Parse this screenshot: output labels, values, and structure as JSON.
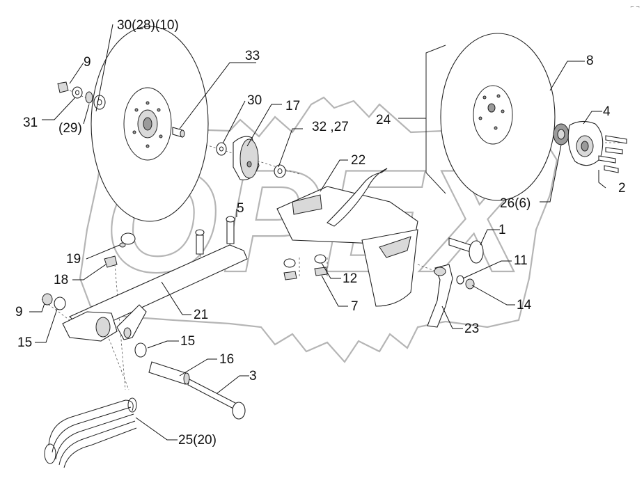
{
  "corner_mark": "⌐ ¬",
  "watermark": {
    "text": "OPEX",
    "color": "#b5b5b5"
  },
  "labels": [
    {
      "id": "30-28-10",
      "text": "30(28)(10)"
    },
    {
      "id": "9-top",
      "text": "9"
    },
    {
      "id": "31",
      "text": "31"
    },
    {
      "id": "29",
      "text": "(29)"
    },
    {
      "id": "33",
      "text": "33"
    },
    {
      "id": "30",
      "text": "30"
    },
    {
      "id": "17",
      "text": "17"
    },
    {
      "id": "32-27",
      "text": "32 ,27"
    },
    {
      "id": "24",
      "text": "24"
    },
    {
      "id": "8",
      "text": "8"
    },
    {
      "id": "4",
      "text": "4"
    },
    {
      "id": "2",
      "text": "2"
    },
    {
      "id": "26-6",
      "text": "26(6)"
    },
    {
      "id": "22",
      "text": "22"
    },
    {
      "id": "5",
      "text": "5"
    },
    {
      "id": "1",
      "text": "1"
    },
    {
      "id": "11",
      "text": "11"
    },
    {
      "id": "14",
      "text": "14"
    },
    {
      "id": "19",
      "text": "19"
    },
    {
      "id": "18",
      "text": "18"
    },
    {
      "id": "12",
      "text": "12"
    },
    {
      "id": "7",
      "text": "7"
    },
    {
      "id": "9-left",
      "text": "9"
    },
    {
      "id": "15-left",
      "text": "15"
    },
    {
      "id": "21",
      "text": "21"
    },
    {
      "id": "23",
      "text": "23"
    },
    {
      "id": "15-mid",
      "text": "15"
    },
    {
      "id": "16",
      "text": "16"
    },
    {
      "id": "3",
      "text": "3"
    },
    {
      "id": "25-20",
      "text": "25(20)"
    }
  ]
}
